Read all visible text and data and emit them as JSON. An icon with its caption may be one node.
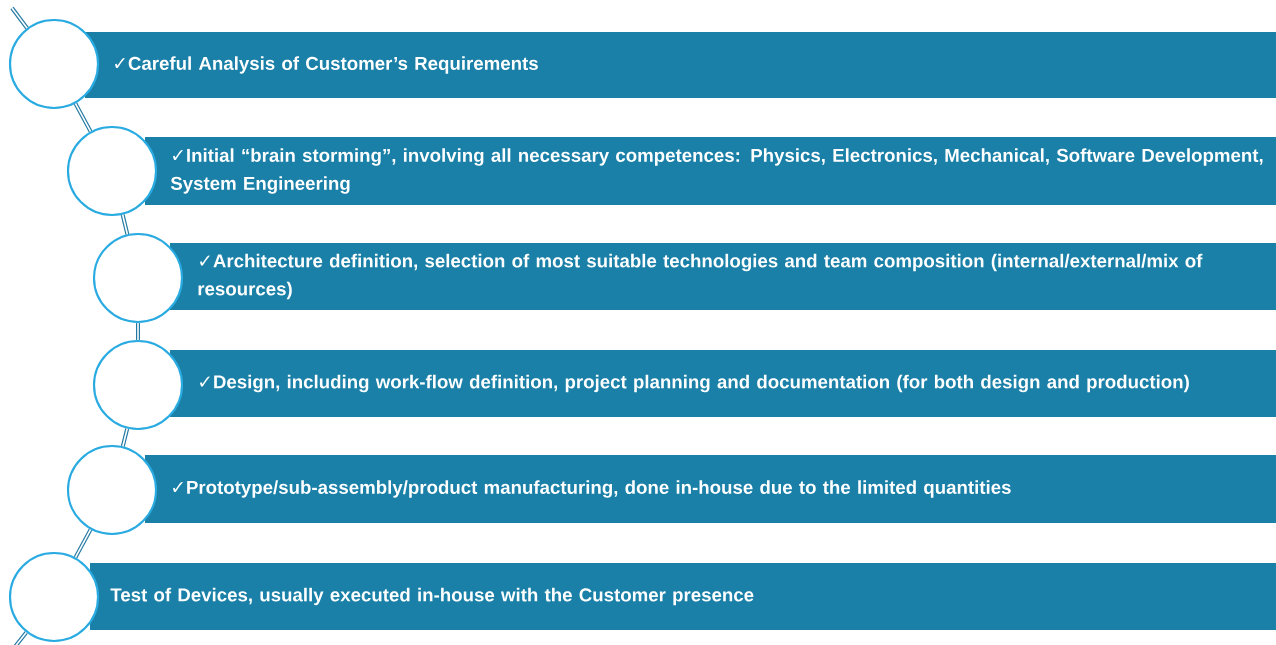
{
  "diagram": {
    "nodes": [
      {
        "text": [
          "✓Careful Analysis of Customer’s Requirements"
        ]
      },
      {
        "text": [
          "✓Initial “brain storming”, involving all necessary competences: Physics, Electronics, Mechanical, Software Development, System Engineering"
        ]
      },
      {
        "text": [
          "✓Architecture definition, selection of most suitable technologies and team composition (internal/external/mix of resources)"
        ]
      },
      {
        "text": [
          "✓Design, including work-flow definition, project planning and documentation (for both design and production)"
        ]
      },
      {
        "text": [
          "✓Prototype/sub-assembly/product manufacturing, done in-house due to the limited quantities"
        ]
      },
      {
        "text": [
          "Test of Devices, usually executed in-house with the Customer presence"
        ]
      },
      {
        "text": [],
        "shape": "circle"
      },
      {
        "text": [],
        "shape": "circle"
      },
      {
        "text": [],
        "shape": "circle"
      },
      {
        "text": [],
        "shape": "circle"
      },
      {
        "text": [],
        "shape": "circle"
      },
      {
        "text": [],
        "shape": "circle"
      }
    ],
    "edges": [
      {
        "from": null,
        "to": 6,
        "arrow": "none"
      },
      {
        "from": 6,
        "to": 7,
        "arrow": "none"
      },
      {
        "from": 7,
        "to": 8,
        "arrow": "none"
      },
      {
        "from": 8,
        "to": 9,
        "arrow": "none"
      },
      {
        "from": 9,
        "to": 10,
        "arrow": "none"
      },
      {
        "from": 10,
        "to": 11,
        "arrow": "none"
      },
      {
        "from": 11,
        "to": null,
        "arrow": "none"
      }
    ]
  }
}
